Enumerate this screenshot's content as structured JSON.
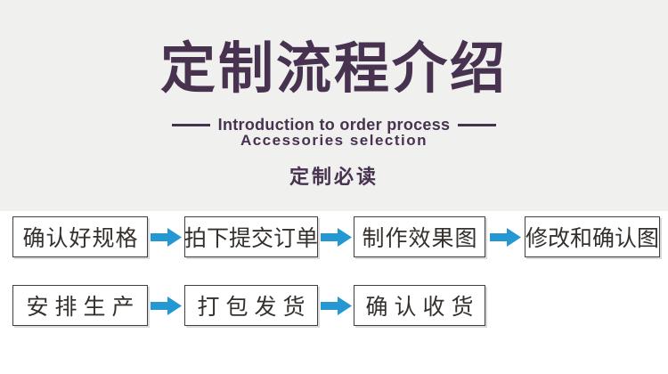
{
  "header": {
    "title": "定制流程介绍",
    "subtitle_en": "Introduction to order process",
    "subtitle_en2": "Accessories selection",
    "section_label": "定制必读"
  },
  "flow": {
    "row1": [
      "确认好规格",
      "拍下提交订单",
      "制作效果图",
      "修改和确认图"
    ],
    "row2": [
      "安排生产",
      "打包发货",
      "确认收货"
    ]
  },
  "colors": {
    "accent_purple": "#473250",
    "arrow_blue": "#2598d1",
    "box_border": "#404040",
    "box_text": "#35302c",
    "top_bg": "#f0f0ef"
  }
}
